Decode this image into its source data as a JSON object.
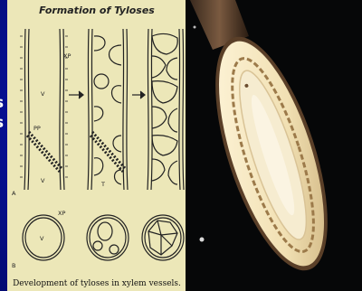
{
  "figure": {
    "title": "Formation of Tyloses",
    "caption": "Development of tyloses in xylem vessels.",
    "labels": {
      "xp": "XP",
      "xp_lower": "XP",
      "pp": "PP",
      "v_top": "V",
      "v_bottom": "V",
      "v_cross": "V",
      "t": "T",
      "panel_a": "A",
      "panel_b": "B"
    }
  },
  "slide_edge_text": [
    "s",
    "s"
  ],
  "colors": {
    "slide_bg": "#0713a8",
    "figure_bg": "#ece7b8",
    "photo_bg": "#060708",
    "ink": "#222222",
    "wood_light": "#f4ead0"
  }
}
